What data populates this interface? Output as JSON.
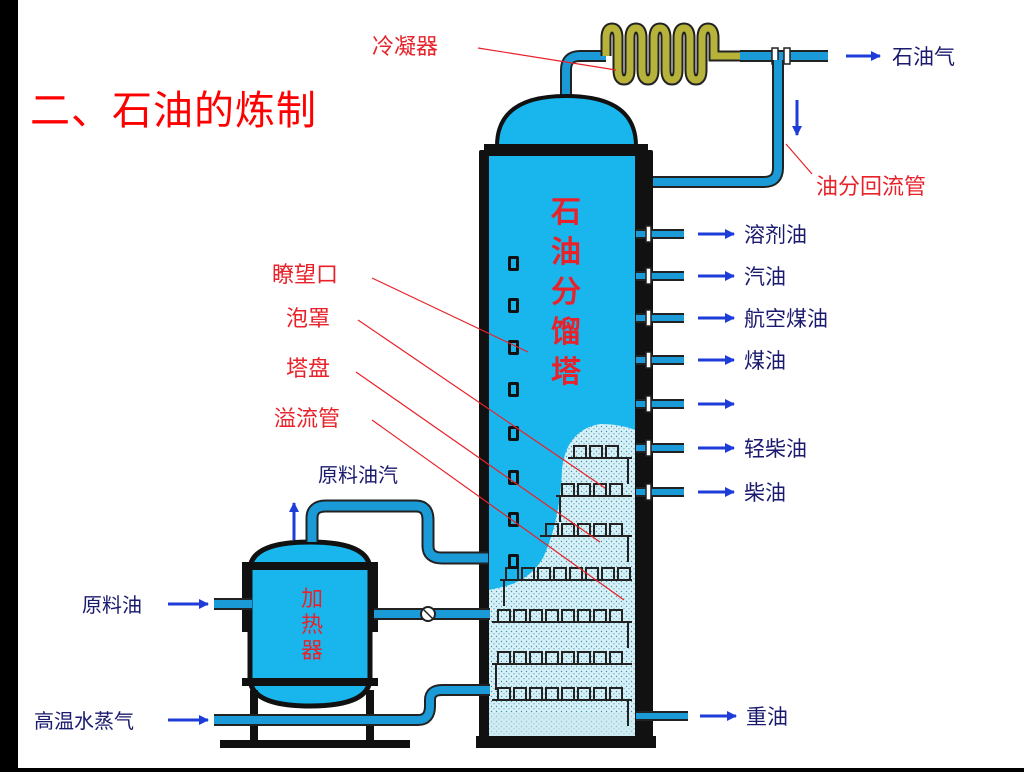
{
  "slide": {
    "title": "二、石油的炼制"
  },
  "diagram": {
    "tower_label": [
      "石",
      "油",
      "分",
      "馏",
      "塔"
    ],
    "heater_label": [
      "加",
      "热",
      "器"
    ],
    "condenser_label": "冷凝器",
    "reflux_label": "油分回流管",
    "top_output": "石油气",
    "side_outputs": [
      "溶剂油",
      "汽油",
      "航空煤油",
      "煤油",
      "",
      "轻柴油",
      "柴油"
    ],
    "bottom_output": "重油",
    "part_labels": [
      "瞭望口",
      "泡罩",
      "塔盘",
      "溢流管"
    ],
    "feed_vapor_label": "原料油汽",
    "feed_oil_label": "原料油",
    "steam_label": "高温水蒸气"
  },
  "colors": {
    "title": "#ff0000",
    "background": "#ffffff",
    "tower_fill": "#19b6ee",
    "pipe": "#1a9ad6",
    "arrow": "#1e3cd8",
    "red_labels": "#e8222a",
    "liquid": "#cdeef7"
  }
}
